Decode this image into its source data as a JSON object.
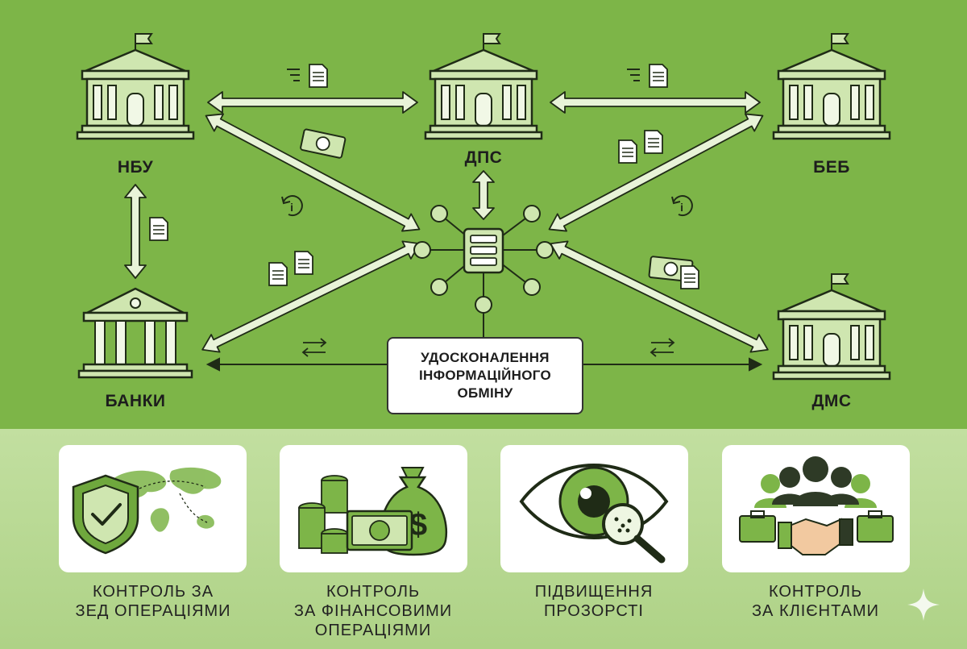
{
  "diagram": {
    "nodes": {
      "nbu": "НБУ",
      "dps": "ДПС",
      "beb": "БЕБ",
      "banks": "БАНКИ",
      "dms": "ДМС"
    },
    "center": "УДОСКОНАЛЕННЯ\nІНФОРМАЦІЙНОГО\nОБМІНУ"
  },
  "cards": [
    {
      "caption": "КОНТРОЛЬ ЗА\nЗЕД ОПЕРАЦІЯМИ"
    },
    {
      "caption": "КОНТРОЛЬ\nЗА ФІНАНСОВИМИ\nОПЕРАЦІЯМИ"
    },
    {
      "caption": "ПІДВИЩЕННЯ\nПРОЗОРСТІ"
    },
    {
      "caption": "КОНТРОЛЬ\nЗА КЛІЄНТАМИ"
    }
  ],
  "colors": {
    "top_bg": "#7db548",
    "bottom_bg": "#b9d894",
    "building_fill": "#cfe6b0",
    "stroke": "#1f2b16",
    "accent": "#6fa83d"
  }
}
